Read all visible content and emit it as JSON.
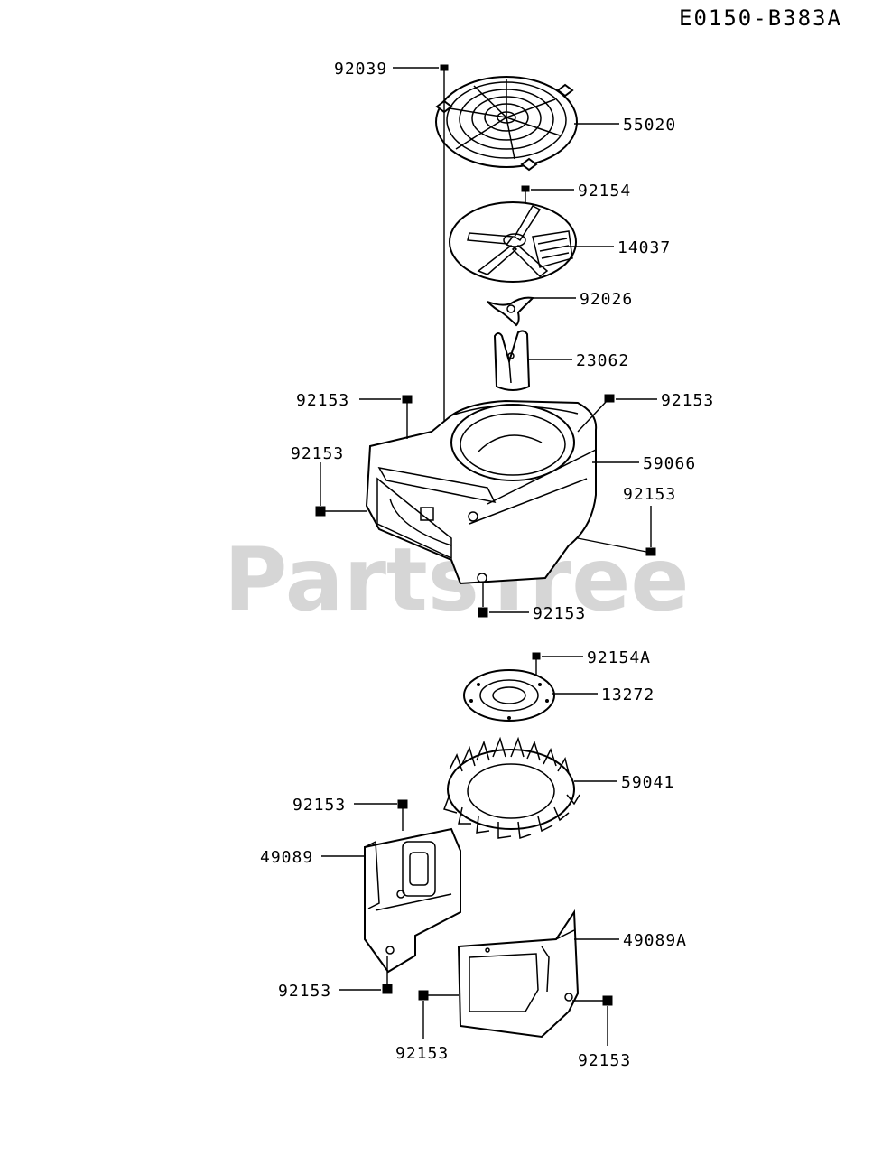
{
  "diagram_code": "E0150-B383A",
  "watermark": "PartsTree",
  "parts": {
    "p92039": "92039",
    "p55020": "55020",
    "p92154_top": "92154",
    "p14037": "14037",
    "p92026": "92026",
    "p23062": "23062",
    "p92153_a": "92153",
    "p92153_b": "92153",
    "p59066": "59066",
    "p92153_c": "92153",
    "p92153_d": "92153",
    "p92153_e": "92153",
    "p92154A": "92154A",
    "p13272": "13272",
    "p59041": "59041",
    "p92153_f": "92153",
    "p49089": "49089",
    "p49089A": "49089A",
    "p92153_g": "92153",
    "p92153_h": "92153",
    "p92153_i": "92153"
  },
  "icons": {
    "fan_guard": "fan-guard-icon",
    "fan_plate": "fan-plate-icon",
    "bracket": "bracket-icon",
    "fan_case": "fan-housing-icon",
    "cooling_fan": "cooling-fan-icon",
    "cylinder_cover": "cylinder-cover-icon"
  }
}
